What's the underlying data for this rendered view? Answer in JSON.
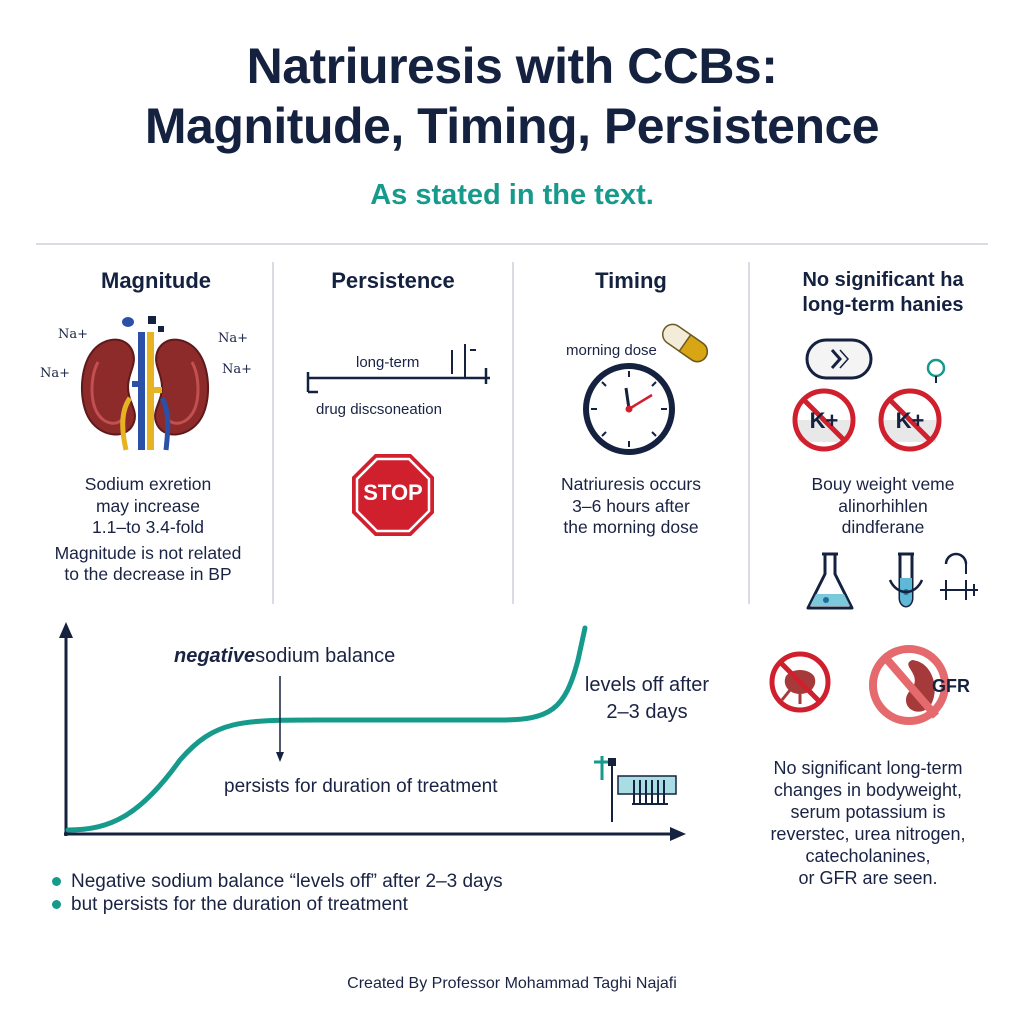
{
  "header": {
    "title_line1": "Natriuresis with CCBs:",
    "title_line2": "Magnitude, Timing, Persistence",
    "subtitle": "As stated in the text."
  },
  "magnitude": {
    "heading": "Magnitude",
    "na_labels": [
      "Na+",
      "Na+",
      "Na+",
      "Na+"
    ],
    "text_lines": [
      "Sodium exretion",
      "may increase",
      "1.1–to 3.4-fold",
      "Magnitude  is not related",
      "to the decrease in BP"
    ]
  },
  "persistence": {
    "heading": "Persistence",
    "label_long_term": "long-term",
    "label_discontinuation": "drug  discsoneation",
    "stop_sign": "STOP"
  },
  "timing": {
    "heading": "Timing",
    "label_morning_dose": "morning dose",
    "text_lines": [
      "Natriuresis occurs",
      "3–6 hours after",
      "the morning dose"
    ]
  },
  "no_changes": {
    "heading_lines": [
      "No significant ha",
      "long-term hanies"
    ],
    "k_label": "K+",
    "text_lines": [
      "Bouy weight veme",
      "alinorhihlen",
      "dindferane"
    ],
    "gfr_label": "GFR"
  },
  "chart": {
    "label_negative": "negative",
    "label_sodium_balance": "sodium balance",
    "label_levels_off": [
      "levels off after",
      "2–3 days"
    ],
    "label_persists": "persists for duration of treatment"
  },
  "bullets": [
    "Negative sodium balance “levels off” after 2–3 days",
    "but persists for the duration of treatment"
  ],
  "right_bottom_lines": [
    "No significant long-term",
    "changes in bodyweight,",
    "serum potassium is",
    "reverstec, urea nitrogen,",
    "catecholanines,",
    "or GFR are seen."
  ],
  "footer": "Created By Professor Mohammad Taghi Najafi",
  "colors": {
    "navy": "#14213f",
    "teal": "#159a8c",
    "red": "#d0202e",
    "kidney": "#8d2a2a",
    "vessel_blue": "#2b50a8",
    "vessel_yellow": "#e6b422"
  }
}
